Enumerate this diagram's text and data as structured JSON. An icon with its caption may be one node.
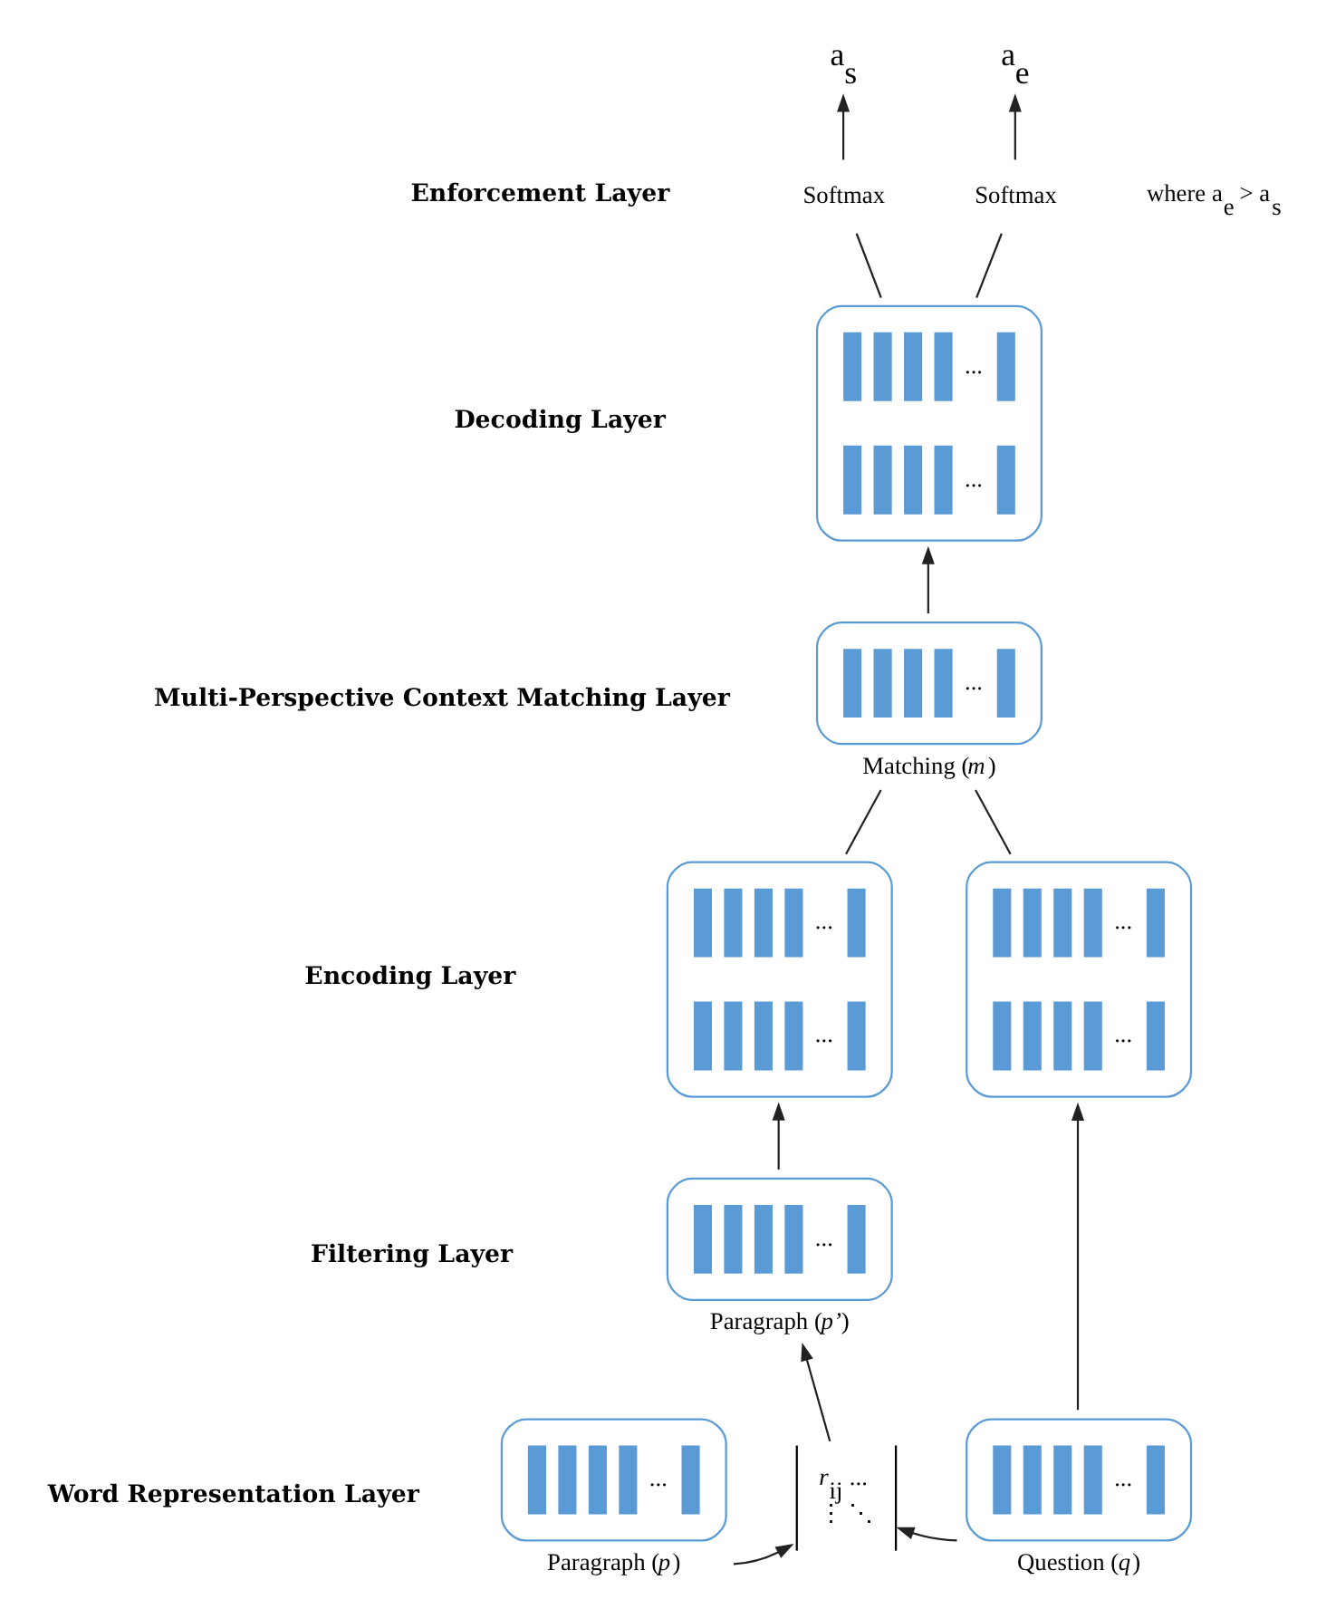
{
  "diagram": {
    "nodes": [
      {
        "text": [
          "a$_{s}$"
        ]
      },
      {
        "text": [
          "a$_{e}$"
        ]
      },
      {
        "text": [
          "Softmax"
        ]
      },
      {
        "text": [
          "Softmax"
        ]
      },
      {
        "text": [
          "...",
          "..."
        ]
      },
      {
        "text": [
          "..."
        ],
        "beside": [
          "Matching (*m*)"
        ]
      },
      {
        "text": [
          "...",
          "..."
        ]
      },
      {
        "text": [
          "...",
          "..."
        ]
      },
      {
        "text": [
          "..."
        ],
        "beside": [
          "Paragraph (*p’*)"
        ]
      },
      {
        "text": [
          "..."
        ],
        "beside": [
          "Paragraph (*p*)"
        ]
      },
      {
        "text": [
          "*r*$_{ij}$ ...",
          "⋮ ⋱"
        ]
      },
      {
        "text": [
          "..."
        ],
        "beside": [
          "Question (*q*)"
        ]
      }
    ],
    "edges": [
      {
        "from": 2,
        "to": 0,
        "arrow": "to"
      },
      {
        "from": 3,
        "to": 1,
        "arrow": "to"
      },
      {
        "from": 4,
        "to": 2,
        "arrow": "none"
      },
      {
        "from": 4,
        "to": 3,
        "arrow": "none"
      },
      {
        "from": 5,
        "to": 4,
        "arrow": "to"
      },
      {
        "from": 6,
        "to": 5,
        "arrow": "none"
      },
      {
        "from": 7,
        "to": 5,
        "arrow": "none"
      },
      {
        "from": 8,
        "to": 6,
        "arrow": "to"
      },
      {
        "from": 10,
        "to": 8,
        "arrow": "to"
      },
      {
        "from": 9,
        "to": 10,
        "arrow": "to"
      },
      {
        "from": 11,
        "to": 10,
        "arrow": "to"
      },
      {
        "from": 11,
        "to": 7,
        "arrow": "to"
      }
    ],
    "labels": [
      "where a$_{e}$ > a$_{s}$",
      "Enforcement Layer",
      "Decoding Layer",
      "Multi-Perspective Context Matching Layer",
      "Encoding Layer",
      "Filtering Layer",
      "Word Representation Layer"
    ]
  }
}
